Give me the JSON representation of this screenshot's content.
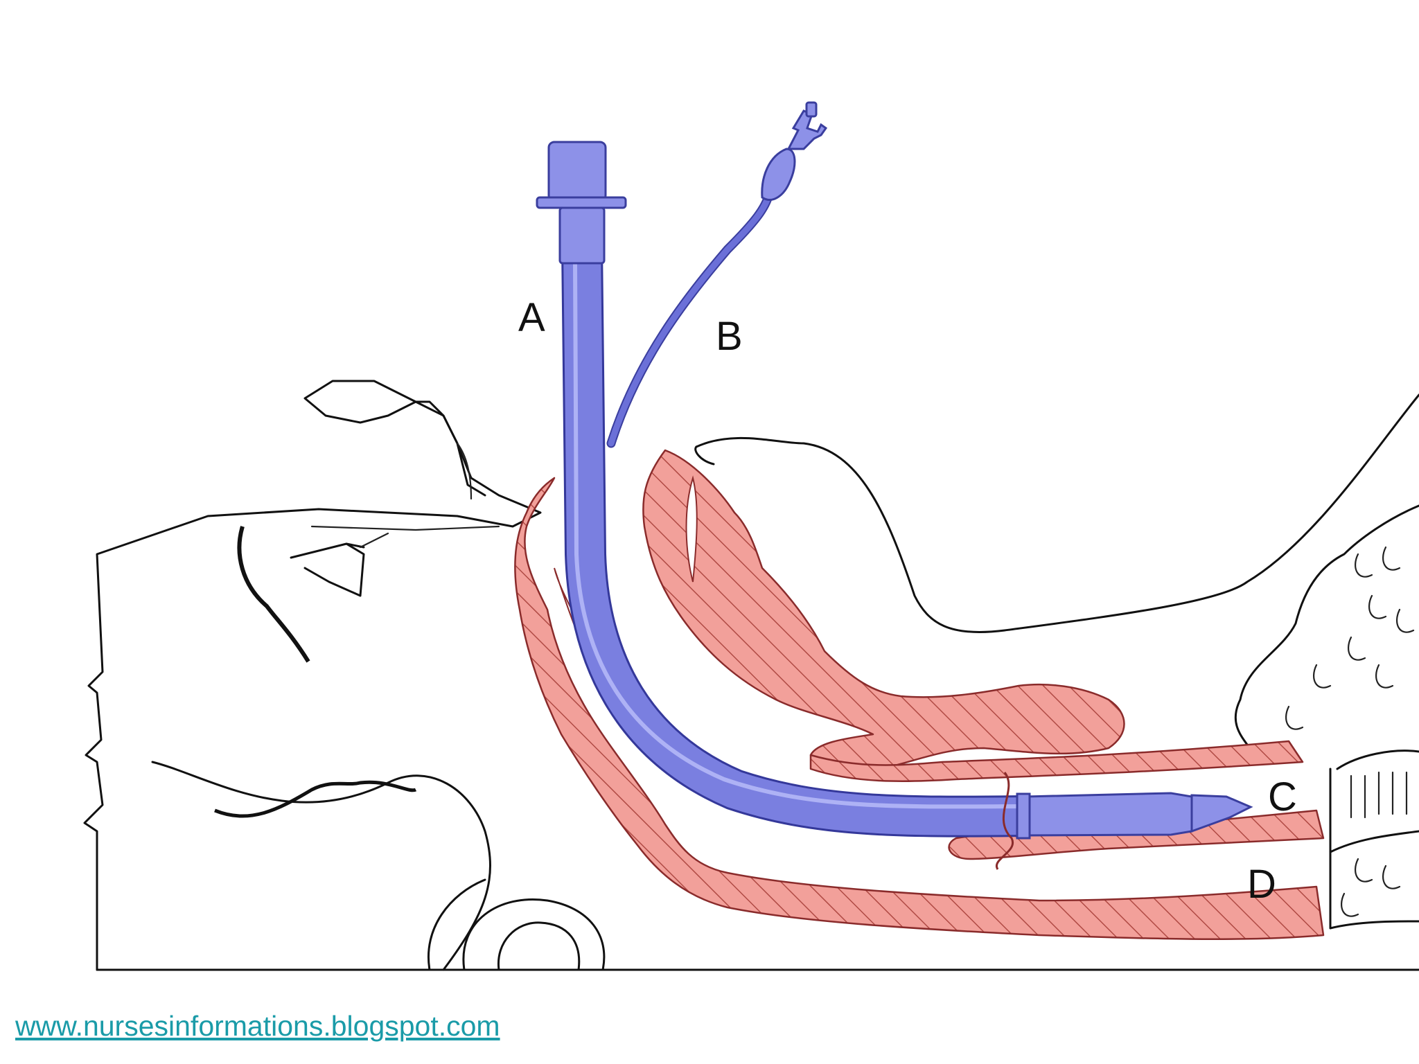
{
  "diagram": {
    "labels": {
      "a": "A",
      "b": "B",
      "c": "C",
      "d": "D"
    },
    "colors": {
      "tube": "#7a7fe0",
      "tissue": "#f2a09a",
      "outline": "#111111"
    }
  },
  "footer": {
    "source_url": "www.nursesinformations.blogspot.com",
    "link_color": "#1a9ba8"
  }
}
